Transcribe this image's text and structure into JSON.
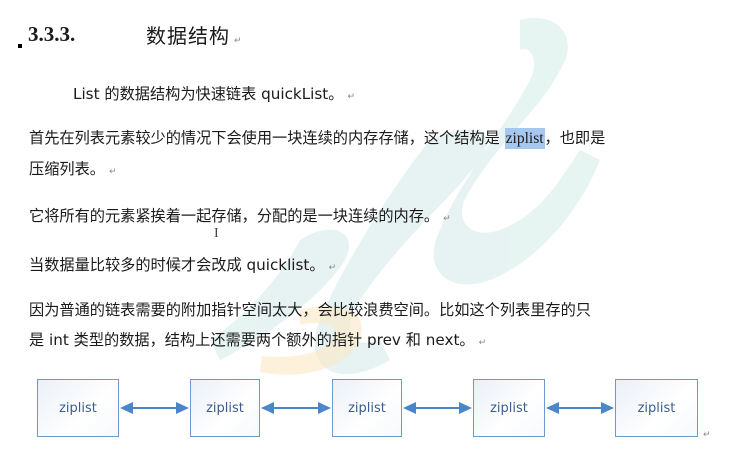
{
  "heading": {
    "number": "3.3.3.",
    "title": "数据结构"
  },
  "paragraphs": [
    {
      "pre": "List 的数据结构为快速链表 quickList。"
    },
    {
      "line1_pre": "首先在列表元素较少的情况下会使用一块连续的内存存储，这个结构是 ",
      "highlight": "ziplist",
      "line1_post": "，也即是",
      "line2": "压缩列表。"
    },
    {
      "text": "它将所有的元素紧挨着一起存储，分配的是一块连续的内存。"
    },
    {
      "text": "当数据量比较多的时候才会改成 quicklist。"
    },
    {
      "line1": "因为普通的链表需要的附加指针空间太大，会比较浪费空间。比如这个列表里存的只",
      "line2": "是 int 类型的数据，结构上还需要两个额外的指针 prev 和 next。"
    }
  ],
  "paragraph_mark": "↵",
  "diagram": {
    "nodes": [
      "ziplist",
      "ziplist",
      "ziplist",
      "ziplist",
      "ziplist"
    ],
    "arrow_color": "#4a86c8",
    "box_border_color": "#6e9acb",
    "text_color": "#3c5d8f"
  },
  "highlight_color": "#a7c8ee"
}
